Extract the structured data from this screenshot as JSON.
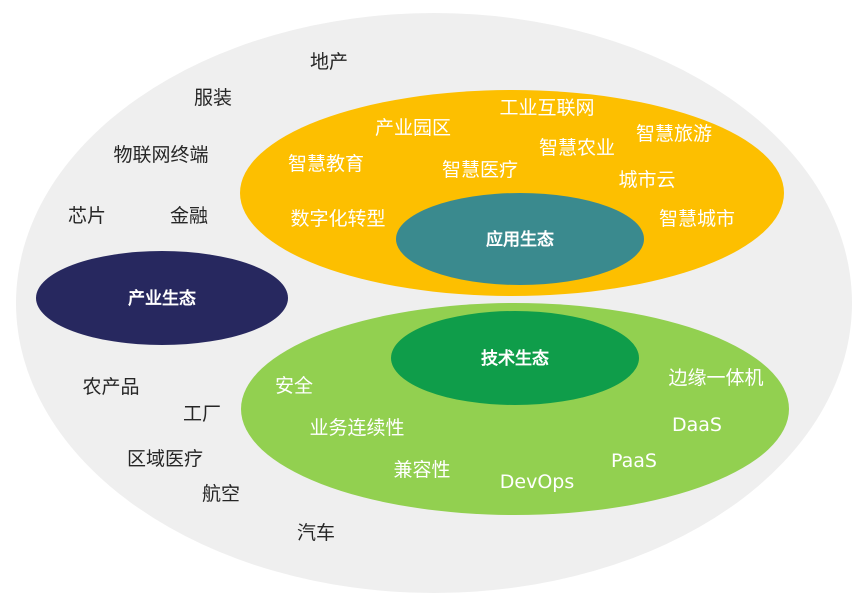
{
  "colors": {
    "background_ellipse": "#efefef",
    "industry_ellipse": "#27285f",
    "application_ellipse": "#fdbf00",
    "application_core": "#3a8a8e",
    "technology_ellipse": "#92d050",
    "technology_core": "#0f9d4a",
    "dark_text": "#262626",
    "light_text": "#ffffff"
  },
  "industry": {
    "title": "产业生态",
    "items": [
      "地产",
      "服装",
      "物联网终端",
      "芯片",
      "金融",
      "农产品",
      "工厂",
      "区域医疗",
      "航空",
      "汽车"
    ]
  },
  "application": {
    "title": "应用生态",
    "items": [
      "产业园区",
      "工业互联网",
      "智慧旅游",
      "智慧教育",
      "智慧医疗",
      "智慧农业",
      "城市云",
      "数字化转型",
      "智慧城市"
    ]
  },
  "technology": {
    "title": "技术生态",
    "items": [
      "安全",
      "边缘一体机",
      "业务连续性",
      "DaaS",
      "兼容性",
      "PaaS",
      "DevOps"
    ]
  }
}
